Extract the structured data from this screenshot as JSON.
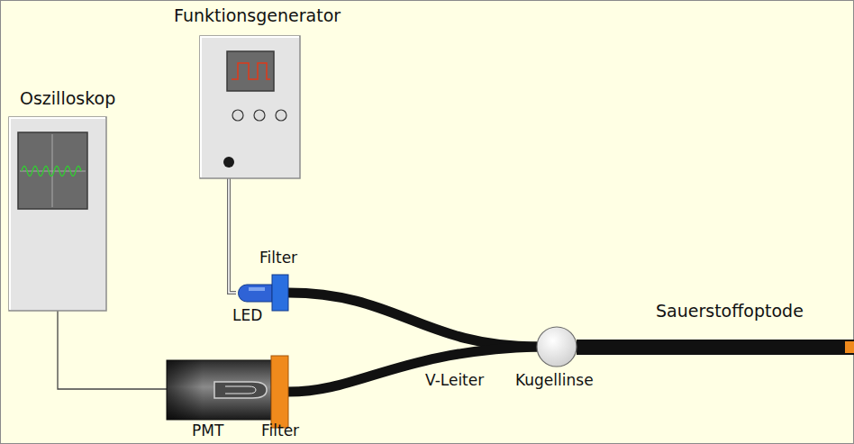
{
  "diagram": {
    "nodes": [
      {
        "text": [
          "Funktionsgenerator"
        ]
      },
      {
        "text": [
          "Oszilloskop"
        ]
      },
      {
        "text": [
          "LED"
        ]
      },
      {
        "text": [
          "Filter"
        ]
      },
      {
        "text": [
          "PMT"
        ]
      },
      {
        "text": [
          "Filter"
        ]
      },
      {
        "text": [
          "Kugellinse"
        ]
      },
      {
        "text": [
          "Sauerstoffoptode"
        ]
      }
    ],
    "edges": [
      {
        "from": 0,
        "to": 2,
        "arrow": "none"
      },
      {
        "from": 1,
        "to": 4,
        "arrow": "none"
      },
      {
        "from": 3,
        "to": 6,
        "arrow": "none"
      },
      {
        "from": 5,
        "to": 6,
        "arrow": "none"
      }
    ],
    "labels": [
      "V-Leiter"
    ]
  }
}
